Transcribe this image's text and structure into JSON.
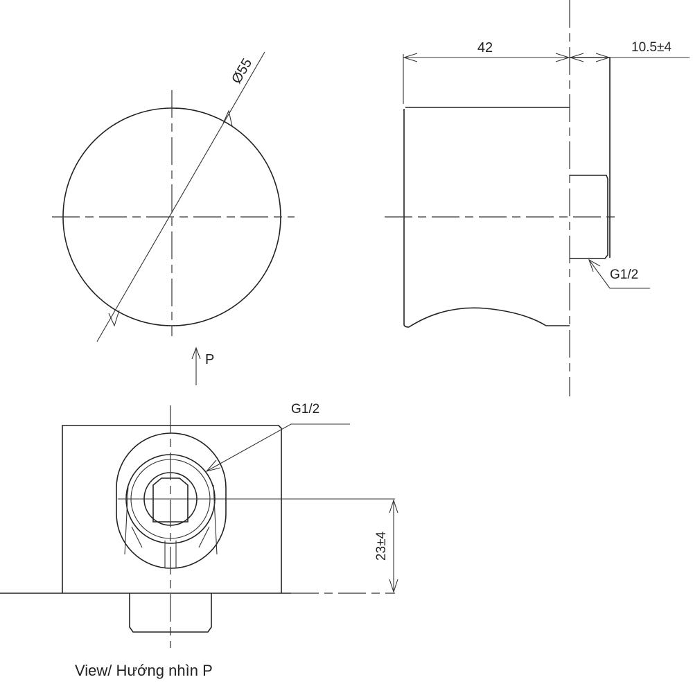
{
  "front_view": {
    "diameter_label": "Ø55",
    "view_arrow_label": "P"
  },
  "side_view": {
    "depth_label": "42",
    "projection_label": "10.5±4",
    "thread_label": "G1/2"
  },
  "bottom_view": {
    "thread_label": "G1/2",
    "offset_label": "23±4",
    "caption": "View/ Hướng nhìn P"
  },
  "colors": {
    "line": "#222222",
    "background": "#ffffff"
  }
}
